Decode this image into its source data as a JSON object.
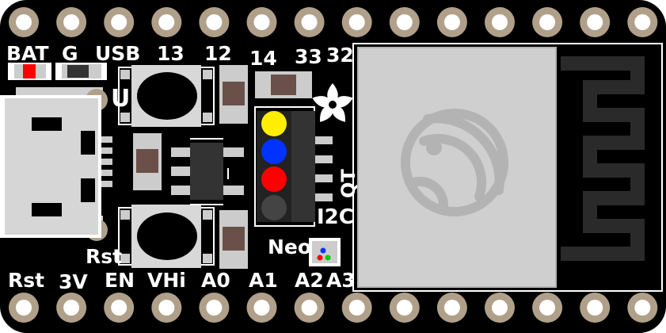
{
  "top_labels": {
    "bat": "BAT",
    "g": "G",
    "usb": "USB",
    "p13": "13",
    "p12": "12",
    "p14": "14",
    "p33": "33",
    "p32": "32"
  },
  "bottom_labels": {
    "rst": "Rst",
    "v3": "3V",
    "en": "EN",
    "vhi": "VHi",
    "a0": "A0",
    "a1": "A1",
    "a2": "A2",
    "a3": "A3"
  },
  "mid_labels": {
    "u": "U",
    "rst_button": "Rst",
    "qt": "QT",
    "i2c": "I2C",
    "neo": "Neo"
  },
  "colors": {
    "pcb": "#000000",
    "pad_ring": "#b0a08a",
    "silkscreen": "#ffffff",
    "module": "#cfcfcf",
    "led_red": "#ff0000",
    "qt_pin_yellow": "#ffee00",
    "qt_pin_blue": "#0033ff",
    "qt_pin_red": "#ff0000",
    "qt_pin_black": "#444444"
  }
}
